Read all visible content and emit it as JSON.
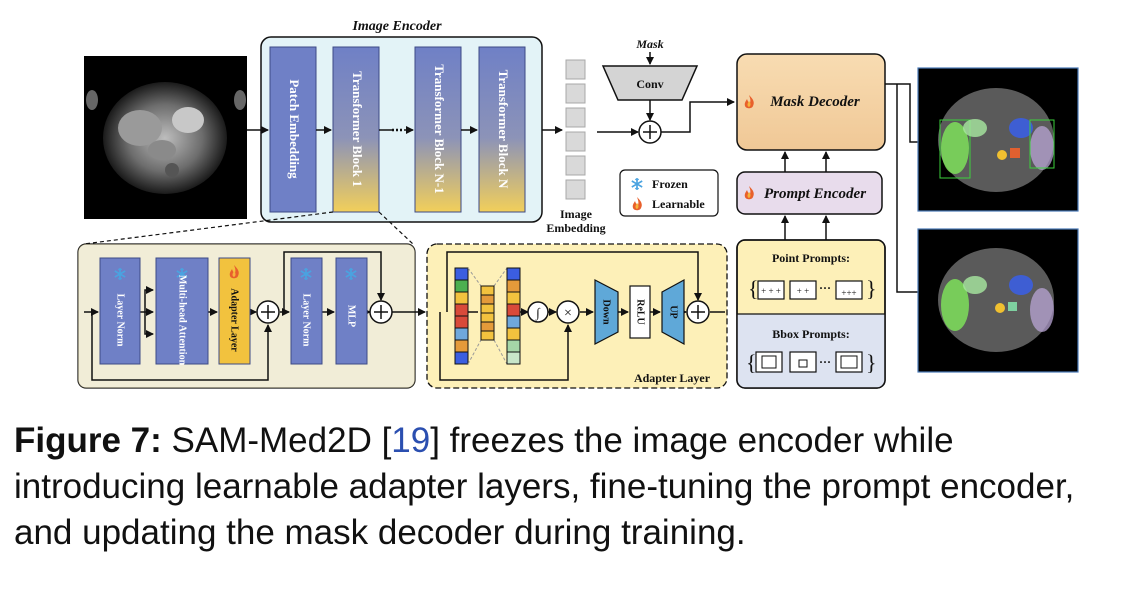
{
  "encoder": {
    "title": "Image Encoder",
    "patch": "Patch Embedding",
    "block1": "Transformer Block 1",
    "blockn1": "Transformer Block N-1",
    "blockn": "Transformer Block N"
  },
  "embedding": {
    "line1": "Image",
    "line2": "Embedding"
  },
  "mask_path": {
    "mask": "Mask",
    "conv": "Conv"
  },
  "legend": {
    "frozen": "Frozen",
    "learnable": "Learnable"
  },
  "decoder": {
    "mask_decoder": "Mask Decoder",
    "prompt_encoder": "Prompt Encoder"
  },
  "prompts": {
    "point": "Point Prompts:",
    "bbox": "Bbox Prompts:",
    "dots": "···"
  },
  "block_detail": {
    "layer_norm": "Layer Norm",
    "attention": "Multi-head Attention",
    "adapter": "Adapter Layer",
    "layer_norm2": "Layer Norm",
    "mlp": "MLP"
  },
  "adapter_detail": {
    "down": "Down",
    "relu": "ReLU",
    "up": "UP",
    "title": "Adapter Layer",
    "sigmoid": "∫",
    "times": "×"
  },
  "caption": {
    "label": "Figure 7:",
    "pre": " SAM-Med2D [",
    "ref": "19",
    "post": "] freezes the image encoder while introducing learnable adapter layers, fine-tuning the prompt encoder, and updating the mask decoder during training."
  },
  "colors": {
    "blue_block": "#6f80c6",
    "yellow_block": "#f2c23e",
    "encoder_bg": "#e3f3f7",
    "decoder_bg": "#f5d6a8",
    "prompt_enc_bg": "#e8dcec",
    "adapter_bg": "#fdf0b8",
    "block_bg": "#ecebe9"
  },
  "icons": {
    "frozen": "snowflake-icon",
    "learnable": "flame-icon",
    "plus": "plus-circle-icon"
  }
}
